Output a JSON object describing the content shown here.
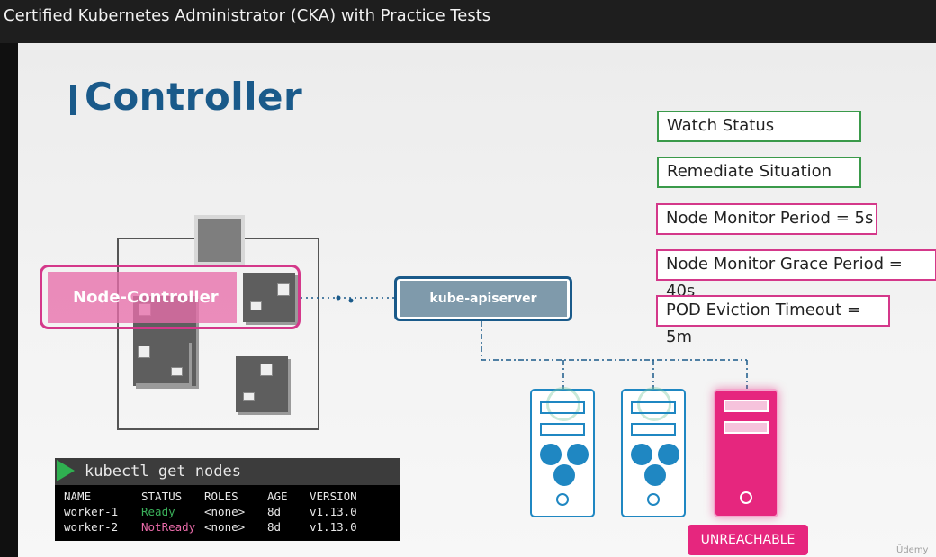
{
  "window": {
    "title": "Certified Kubernetes Administrator (CKA) with Practice Tests"
  },
  "slide": {
    "title": "Controller",
    "steps": [
      "Watch Status",
      "Remediate Situation"
    ],
    "params": [
      "Node Monitor Period = 5s",
      "Node Monitor Grace Period = 40s",
      "POD Eviction Timeout = 5m"
    ],
    "node_controller_label": "Node-Controller",
    "apiserver_label": "kube-apiserver",
    "unreachable_label": "UNREACHABLE",
    "watermark": "Ûdemy"
  },
  "terminal": {
    "command": "kubectl get nodes",
    "headers": [
      "NAME",
      "STATUS",
      "ROLES",
      "AGE",
      "VERSION"
    ],
    "rows": [
      [
        "worker-1",
        "Ready",
        "<none>",
        "8d",
        "v1.13.0"
      ],
      [
        "worker-2",
        "NotReady",
        "<none>",
        "8d",
        "v1.13.0"
      ]
    ]
  },
  "colors": {
    "title": "#1a5a8a",
    "green_border": "#3a9a4a",
    "pink_border": "#d4388a",
    "status_ready": "#3ab05a",
    "status_notready": "#e86aa8",
    "unreachable": "#e6267e"
  }
}
